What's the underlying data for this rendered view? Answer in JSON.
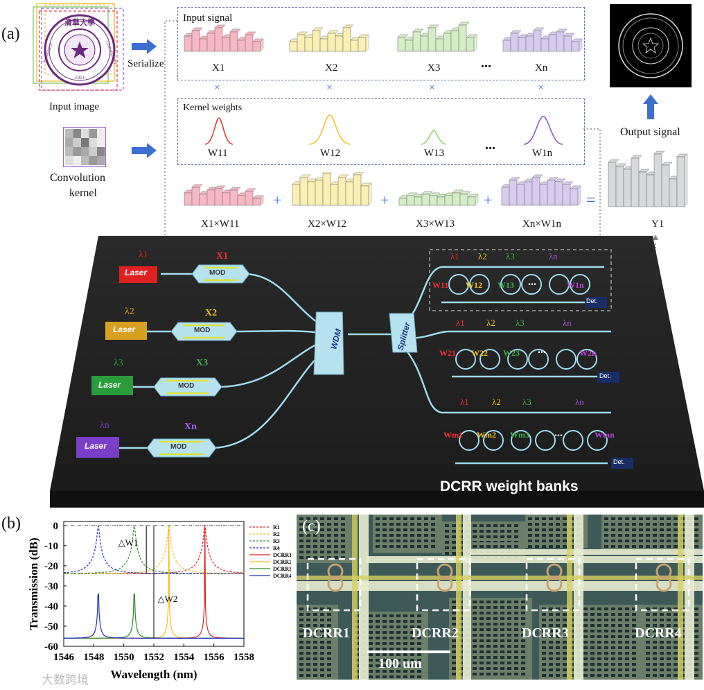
{
  "panel_a": {
    "letter": "(a)",
    "input_image_label": "Input image",
    "seal_top_text": "清華大學",
    "seal_left_text": "TSINGHUA",
    "seal_right_text": "UNIVERSITY",
    "seal_year": "·1911·",
    "serialize_label": "Serialize",
    "kernel_label_line1": "Convolution",
    "kernel_label_line2": "kernel",
    "input_signal_title": "Input signal",
    "input_signals": [
      "X1",
      "X2",
      "X3",
      "Xn"
    ],
    "ellipsis": "...",
    "times_sign": "×",
    "kernel_weights_title": "Kernel weights",
    "weights": [
      "W11",
      "W12",
      "W13",
      "W1n"
    ],
    "products": [
      "X1×W11",
      "X2×W12",
      "X3×W13",
      "Xn×W1n"
    ],
    "plus_sign": "+",
    "equals_sign": "=",
    "output_signal_label": "Output signal",
    "output_y": "Y1",
    "colors": {
      "pink": "#f7b7c4",
      "yellow": "#fbefb3",
      "green": "#d3edc4",
      "purple": "#d8cbf0",
      "gray": "#d6d8dc",
      "arrow": "#3b6fd0",
      "red_curve": "#e0302a",
      "yellow_curve": "#f0c020",
      "green_curve": "#8fd36a",
      "purple_curve": "#8a4fb8"
    }
  },
  "chip": {
    "lasers": [
      {
        "label": "Laser",
        "lambda": "λ1",
        "x": "X1",
        "color": "#e02020"
      },
      {
        "label": "Laser",
        "lambda": "λ2",
        "x": "X2",
        "color": "#d8a020"
      },
      {
        "label": "Laser",
        "lambda": "λ3",
        "x": "X3",
        "color": "#2a9a3a"
      },
      {
        "label": "Laser",
        "lambda": "λn",
        "x": "Xn",
        "color": "#7a3fc8"
      }
    ],
    "mod_label": "MOD",
    "wdm_label": "WDM",
    "splitter_label": "Splitter",
    "det_label": "Det.",
    "bank_lambdas": [
      "λ1",
      "λ2",
      "λ3",
      "λn"
    ],
    "bank1_weights": [
      "W11",
      "W12",
      "W13",
      "W1n"
    ],
    "bank2_weights": [
      "W21",
      "W22",
      "W23",
      "W2n"
    ],
    "bank3_weights": [
      "Wm1",
      "Wm2",
      "Wm3",
      "Wmn"
    ],
    "bank_caption": "DCRR weight banks",
    "dots": "...",
    "weight_colors": [
      "#ff2a2a",
      "#f0c020",
      "#3ab04a",
      "#c040e0"
    ]
  },
  "panel_b": {
    "letter": "(b)",
    "chart_data": {
      "type": "line",
      "xlabel": "Wavelength (nm)",
      "ylabel": "Transmission (dB)",
      "xlim": [
        1546,
        1558
      ],
      "ylim": [
        -60,
        2
      ],
      "xticks": [
        1546,
        1548,
        1550,
        1552,
        1554,
        1556,
        1558
      ],
      "yticks": [
        0,
        -10,
        -20,
        -30,
        -40,
        -50,
        -60
      ],
      "annotations": [
        "△W1",
        "△W2"
      ],
      "series": [
        {
          "name": "R1",
          "style": "dashed",
          "color": "#e02020",
          "center": 1555.4,
          "floor": -24
        },
        {
          "name": "R2",
          "style": "dashed",
          "color": "#f0c020",
          "center": 1553.0,
          "floor": -24
        },
        {
          "name": "R3",
          "style": "dashed",
          "color": "#2a8a2a",
          "center": 1550.7,
          "floor": -24
        },
        {
          "name": "R4",
          "style": "dashed",
          "color": "#2030c0",
          "center": 1548.3,
          "floor": -24
        },
        {
          "name": "DCRR1",
          "style": "solid",
          "color": "#e02020",
          "center": 1555.4,
          "floor": -56
        },
        {
          "name": "DCRR2",
          "style": "solid",
          "color": "#f0c020",
          "center": 1553.0,
          "floor": -56
        },
        {
          "name": "DCRR3",
          "style": "solid",
          "color": "#2a8a2a",
          "center": 1550.7,
          "floor": -56
        },
        {
          "name": "DCRR4",
          "style": "solid",
          "color": "#2030c0",
          "center": 1548.3,
          "floor": -56
        }
      ]
    }
  },
  "panel_c": {
    "letter": "(c)",
    "labels": [
      "DCRR1",
      "DCRR2",
      "DCRR3",
      "DCRR4"
    ],
    "scale_label": "100 um"
  },
  "watermark": "大数跨境"
}
